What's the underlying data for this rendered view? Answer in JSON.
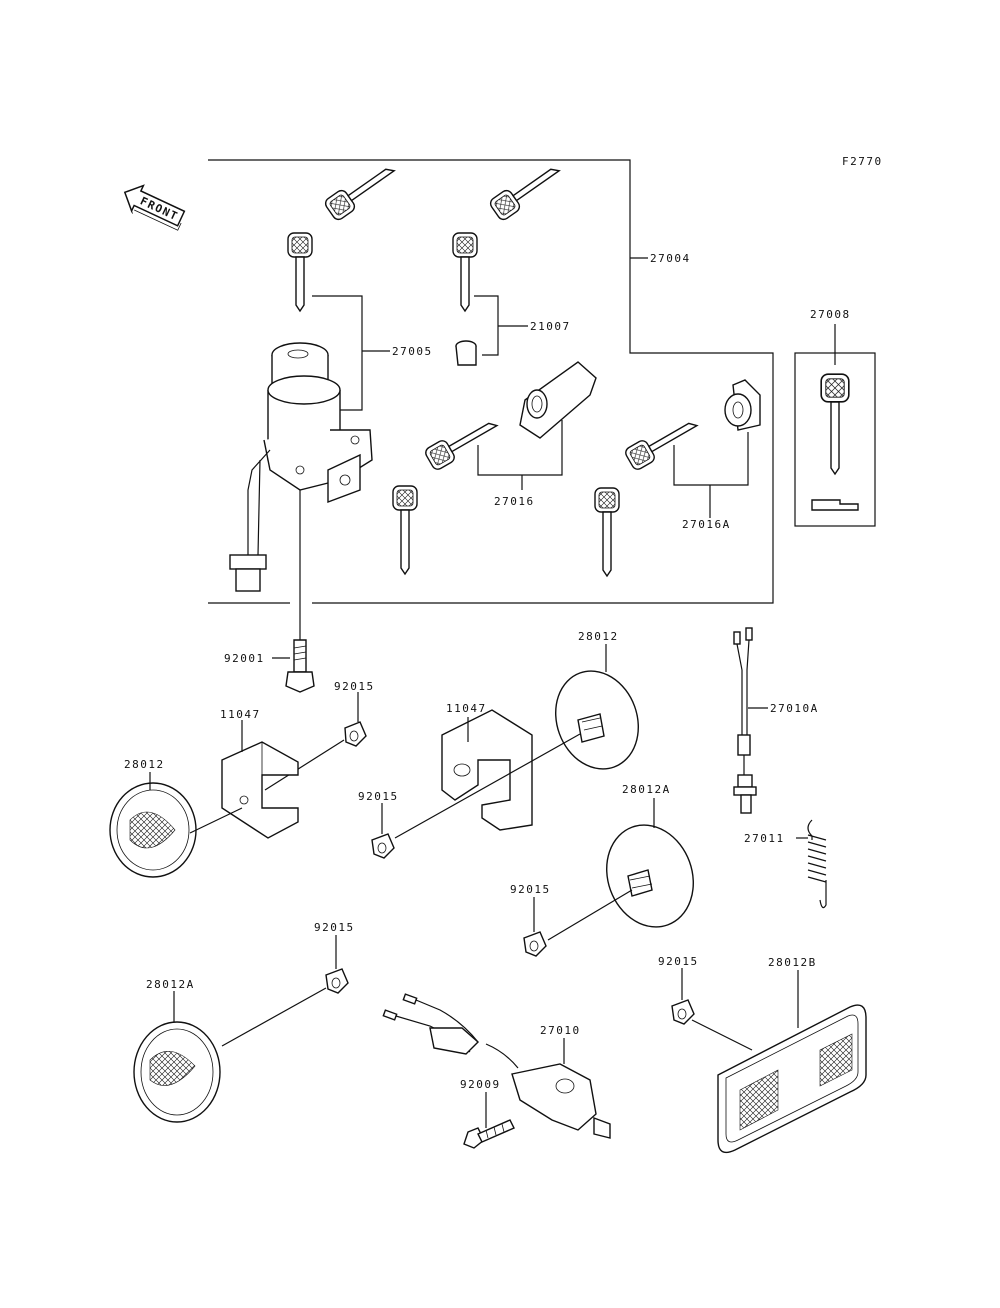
{
  "figure_code": "F2770",
  "front_marker": "FRONT",
  "labels": {
    "l27004": "27004",
    "l21007": "21007",
    "l27005": "27005",
    "l27016": "27016",
    "l27016A": "27016A",
    "l27008": "27008",
    "l92001": "92001",
    "l28012_top": "28012",
    "l92015_a": "92015",
    "l11047_a": "11047",
    "l11047_b": "11047",
    "l27010A": "27010A",
    "l28012_left": "28012",
    "l92015_b": "92015",
    "l28012A_right": "28012A",
    "l27011": "27011",
    "l92015_c": "92015",
    "l92015_d": "92015",
    "l92015_e": "92015",
    "l28012A_left": "28012A",
    "l28012B": "28012B",
    "l27010": "27010",
    "l92009": "92009"
  }
}
